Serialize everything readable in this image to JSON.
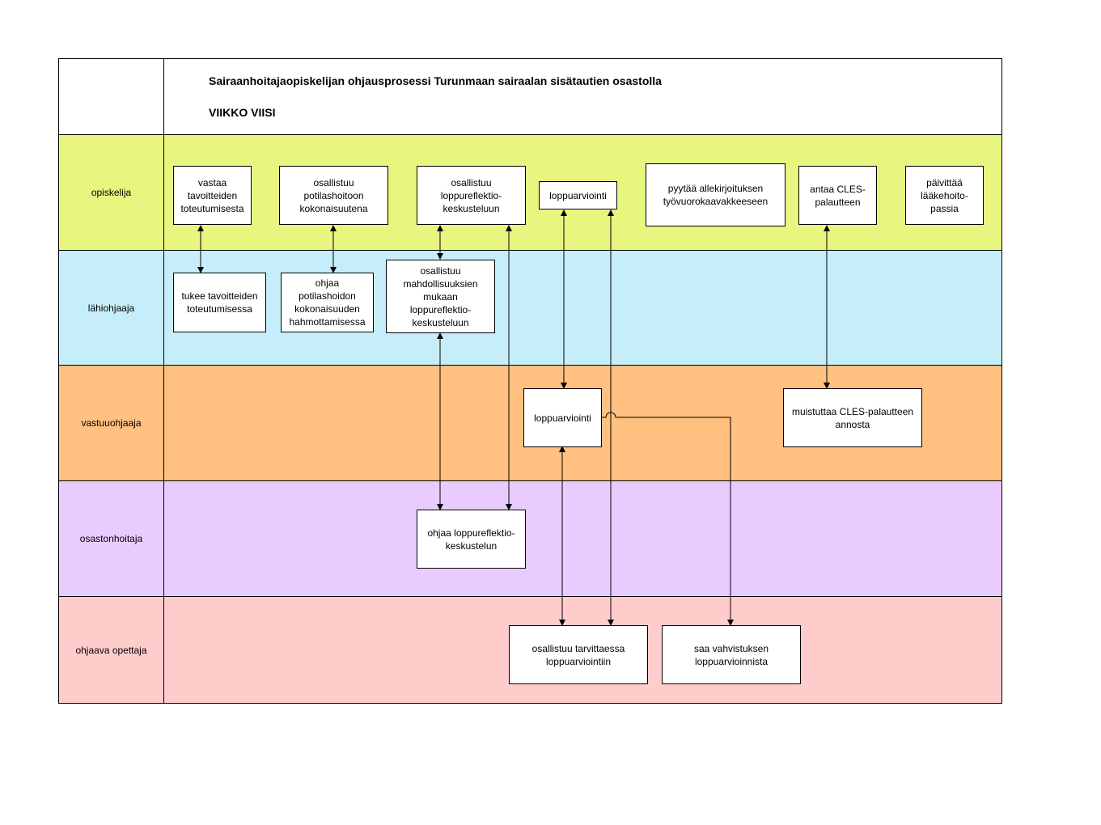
{
  "header": {
    "title": "Sairaanhoitajaopiskelijan ohjausprosessi Turunmaan sairaalan sisätautien osastolla",
    "subtitle": "VIIKKO VIISI"
  },
  "colors": {
    "opiskelija": "#e8f57f",
    "lahiohjaaja": "#c6eefa",
    "vastuuohjaaja": "#ffc080",
    "osastonhoitaja": "#e8ccff",
    "ohjaava_opettaja": "#ffcccc",
    "line": "#000000"
  },
  "lanes": [
    {
      "id": "opiskelija",
      "label": "opiskelija"
    },
    {
      "id": "lahiohjaaja",
      "label": "lähiohjaaja"
    },
    {
      "id": "vastuuohjaaja",
      "label": "vastuuohjaaja"
    },
    {
      "id": "osastonhoitaja",
      "label": "osastonhoitaja"
    },
    {
      "id": "ohjaava_opettaja",
      "label": "ohjaava opettaja"
    }
  ],
  "boxes": {
    "b1": "vastaa\ntavoitteiden\ntoteutumisesta",
    "b2": "osallistuu\npotilashoitoon\nkokonaisuutena",
    "b3": "osallistuu\nloppureflektio-\nkeskusteluun",
    "b4": "loppuarviointi",
    "b5": "pyytää allekirjoituksen\ntyövuorokaavakkeeseen",
    "b6": "antaa CLES-\npalautteen",
    "b7": "päivittää\nlääkehoito-\npassia",
    "b8": "tukee tavoitteiden\ntoteutumisessa",
    "b9": "ohjaa\npotilashoidon\nkokonaisuuden\nhahmottamisessa",
    "b10": "osallistuu\nmahdollisuuksien\nmukaan\nloppureflektio-\nkeskusteluun",
    "b11": "loppuarviointi",
    "b12": "muistuttaa CLES-palautteen\nannosta",
    "b13": "ohjaa loppureflektio-\nkeskustelun",
    "b14": "osallistuu tarvittaessa\nloppuarviointiin",
    "b15": "saa vahvistuksen\nloppuarvioinnista"
  }
}
